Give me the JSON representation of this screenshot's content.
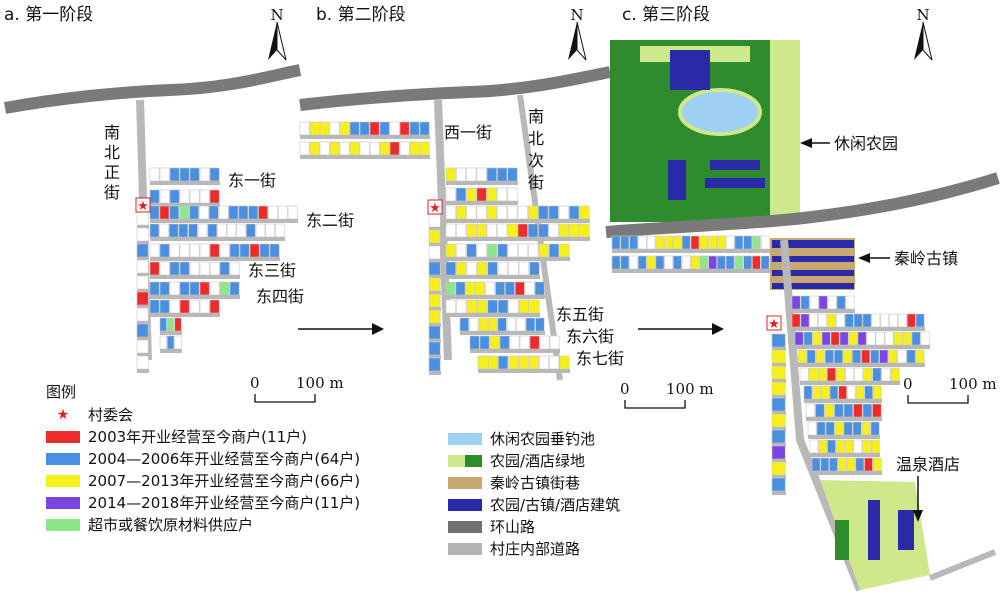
{
  "panels": {
    "a": {
      "title": "a. 第一阶段",
      "streets": [
        "南",
        "北",
        "正",
        "街"
      ],
      "labels": [
        "东一街",
        "东二街",
        "东三街",
        "东四街"
      ]
    },
    "b": {
      "title": "b. 第二阶段",
      "labels": [
        "西一街",
        "东五街",
        "东六街",
        "东七街"
      ],
      "vertical": [
        "南",
        "北",
        "次",
        "街"
      ]
    },
    "c": {
      "title": "c. 第三阶段",
      "callouts": [
        "休闲农园",
        "秦岭古镇",
        "温泉酒店"
      ]
    }
  },
  "north": "N",
  "scale": {
    "zero": "0",
    "end": "100 m"
  },
  "legend": {
    "title": "图例",
    "left": [
      {
        "label": "村委会",
        "color": "#e02020",
        "kind": "star"
      },
      {
        "label": "2003年开业经营至今商户(11户)",
        "color": "#ee2b2b"
      },
      {
        "label": "2004—2006年开业经营至今商户(64户)",
        "color": "#4a8fe0"
      },
      {
        "label": "2007—2013年开业经营至今商户(66户)",
        "color": "#f6ef1c"
      },
      {
        "label": "2014—2018年开业经营至今商户(11户)",
        "color": "#7a45e0"
      },
      {
        "label": "超市或餐饮原材料供应户",
        "color": "#8ee58a"
      }
    ],
    "right": [
      {
        "label": "休闲农园垂钓池",
        "color": "#9fcff2"
      },
      {
        "label": "农园/酒店绿地",
        "color": "#cfe88c",
        "color2": "#2e8b2e"
      },
      {
        "label": "秦岭古镇街巷",
        "color": "#c9a870"
      },
      {
        "label": "农园/古镇/酒店建筑",
        "color": "#2a2aa8"
      },
      {
        "label": "环山路",
        "color": "#707070"
      },
      {
        "label": "村庄内部道路",
        "color": "#b4b4b4"
      }
    ]
  },
  "colors": {
    "ring_road": "#7a7a7a",
    "inner_road": "#b8b8b8",
    "red": "#ee2b2b",
    "blue": "#4a8fe0",
    "yellow": "#f6ef1c",
    "purple": "#7a45e0",
    "green": "#8ee58a",
    "empty": "#ffffff",
    "farm_green": "#2e8b2e",
    "light_green": "#cfe88c",
    "pond": "#9fcff2",
    "building": "#2a2aa8",
    "tan": "#c9a870"
  }
}
